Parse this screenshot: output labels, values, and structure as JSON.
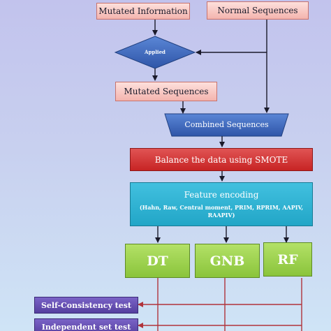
{
  "diagram": {
    "nodes": {
      "mutated_information": "Mutated Information",
      "normal_sequences": "Normal Sequences",
      "applied": "Applied",
      "mutated_sequences": "Mutated Sequences",
      "combined_sequences": "Combined Sequences",
      "smote": "Balance the data using SMOTE",
      "feature_encoding": "Feature encoding",
      "feature_list": "(Hahn, Raw, Central moment, PRIM, RPRIM, AAPIV, RAAPIV)",
      "dt": "DT",
      "gnb": "GNB",
      "rf": "RF",
      "self_consistency": "Self-Consistency test",
      "independent_set": "Independent set test"
    },
    "colors": {
      "pink_box": "#f4b4ae",
      "blue_shape": "#3a63b7",
      "red_box": "#c72424",
      "teal_box": "#22a6c7",
      "green_box": "#8ac43b",
      "purple_box": "#553f9f",
      "wire_dark": "#1a1a2a",
      "wire_red": "#b0333b"
    }
  }
}
